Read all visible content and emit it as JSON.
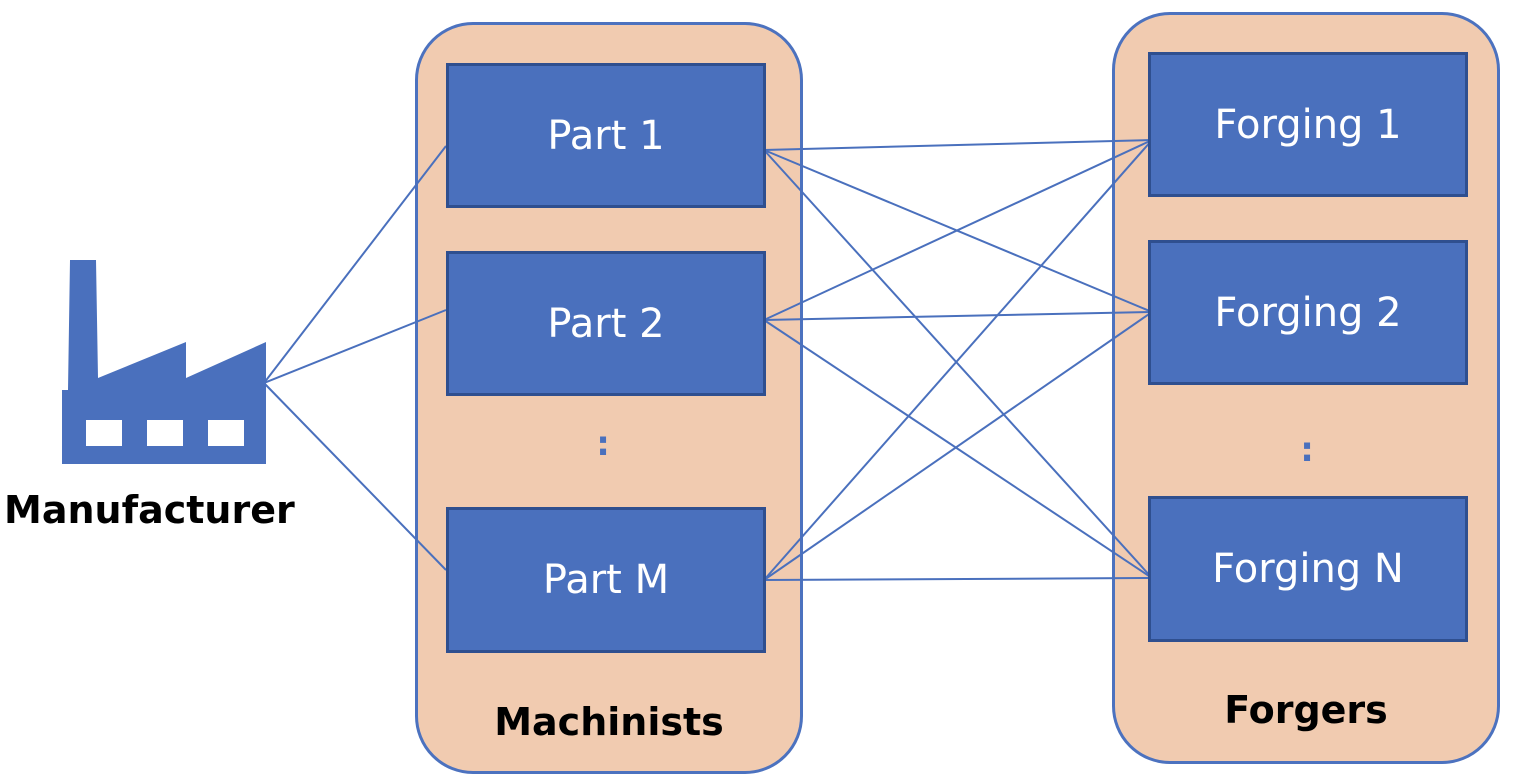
{
  "manufacturer": {
    "label": "Manufacturer",
    "icon": "factory-icon"
  },
  "machinists": {
    "label": "Machinists",
    "parts": [
      "Part 1",
      "Part 2",
      "Part M"
    ],
    "ellipsis": ":"
  },
  "forgers": {
    "label": "Forgers",
    "forgings": [
      "Forging 1",
      "Forging 2",
      "Forging N"
    ],
    "ellipsis": ":"
  },
  "connections": [
    {
      "from": "Manufacturer",
      "to": "Part 1"
    },
    {
      "from": "Manufacturer",
      "to": "Part 2"
    },
    {
      "from": "Manufacturer",
      "to": "Part M"
    },
    {
      "from": "Part 1",
      "to": "Forging 1"
    },
    {
      "from": "Part 1",
      "to": "Forging 2"
    },
    {
      "from": "Part 1",
      "to": "Forging N"
    },
    {
      "from": "Part 2",
      "to": "Forging 1"
    },
    {
      "from": "Part 2",
      "to": "Forging 2"
    },
    {
      "from": "Part 2",
      "to": "Forging N"
    },
    {
      "from": "Part M",
      "to": "Forging 1"
    },
    {
      "from": "Part M",
      "to": "Forging 2"
    },
    {
      "from": "Part M",
      "to": "Forging N"
    }
  ],
  "colors": {
    "node_fill": "#4a70bd",
    "node_border": "#2f4f8f",
    "group_fill": "#f1cbb0",
    "group_border": "#4c72bf",
    "line": "#4a70bd",
    "node_text": "#ffffff",
    "label_text": "#000000"
  }
}
